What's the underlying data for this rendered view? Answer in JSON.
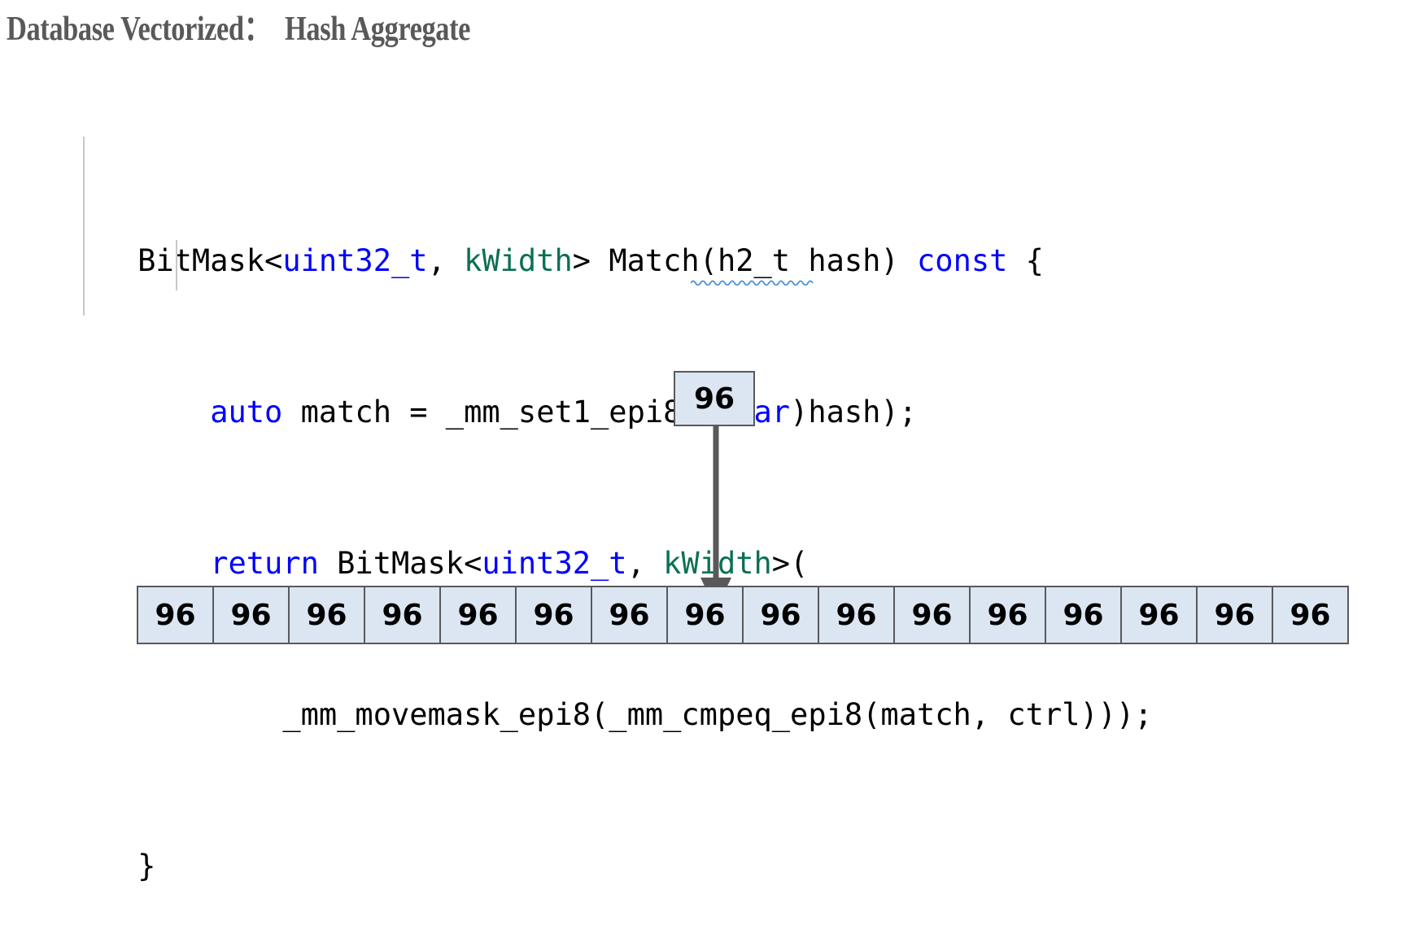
{
  "slide": {
    "title": "Database Vectorized：  Hash Aggregate"
  },
  "code": {
    "language": "cpp",
    "colors": {
      "keyword": "#0000ff",
      "template_param": "#0b7055",
      "plain": "#000000",
      "guide": "#c8c8c8",
      "squiggle": "#4a90d9"
    },
    "lines": [
      {
        "indent": 0,
        "tokens": [
          {
            "text": "BitMask<",
            "kind": "plain"
          },
          {
            "text": "uint32_t",
            "kind": "type"
          },
          {
            "text": ", ",
            "kind": "plain"
          },
          {
            "text": "kWidth",
            "kind": "tmpl"
          },
          {
            "text": "> Match(h2_t hash) ",
            "kind": "plain"
          },
          {
            "text": "const",
            "kind": "kw"
          },
          {
            "text": " {",
            "kind": "plain"
          }
        ]
      },
      {
        "indent": 4,
        "tokens": [
          {
            "text": "auto",
            "kind": "kw"
          },
          {
            "text": " match = _mm_set1_epi8((",
            "kind": "plain"
          },
          {
            "text": "char",
            "kind": "kw"
          },
          {
            "text": ")hash);",
            "kind": "plain"
          }
        ]
      },
      {
        "indent": 4,
        "tokens": [
          {
            "text": "return",
            "kind": "kw"
          },
          {
            "text": " BitMask<",
            "kind": "plain"
          },
          {
            "text": "uint32_t",
            "kind": "type"
          },
          {
            "text": ", ",
            "kind": "plain"
          },
          {
            "text": "kWidth",
            "kind": "tmpl"
          },
          {
            "text": ">(",
            "kind": "plain"
          }
        ]
      },
      {
        "indent": 8,
        "tokens": [
          {
            "text": "_mm_movemask_epi8(_mm_cmpeq_epi8(match, ctrl)));",
            "kind": "plain"
          }
        ]
      },
      {
        "indent": 0,
        "tokens": [
          {
            "text": "}",
            "kind": "plain"
          }
        ]
      }
    ],
    "raw_lines": [
      "BitMask<uint32_t, kWidth> Match(h2_t hash) const {",
      "    auto match = _mm_set1_epi8((char)hash);",
      "    return BitMask<uint32_t, kWidth>(",
      "        _mm_movemask_epi8(_mm_cmpeq_epi8(match, ctrl)));",
      "}"
    ],
    "squiggle_under": "_mm_cmpeq"
  },
  "diagram": {
    "probe": {
      "label": "96"
    },
    "arrow": {
      "direction": "down",
      "color": "#595959"
    },
    "array": {
      "cell_count": 16,
      "cells": [
        "96",
        "96",
        "96",
        "96",
        "96",
        "96",
        "96",
        "96",
        "96",
        "96",
        "96",
        "96",
        "96",
        "96",
        "96",
        "96"
      ],
      "highlight_index": 7,
      "fill_color": "#dce6f2",
      "border_color": "#595959"
    }
  }
}
